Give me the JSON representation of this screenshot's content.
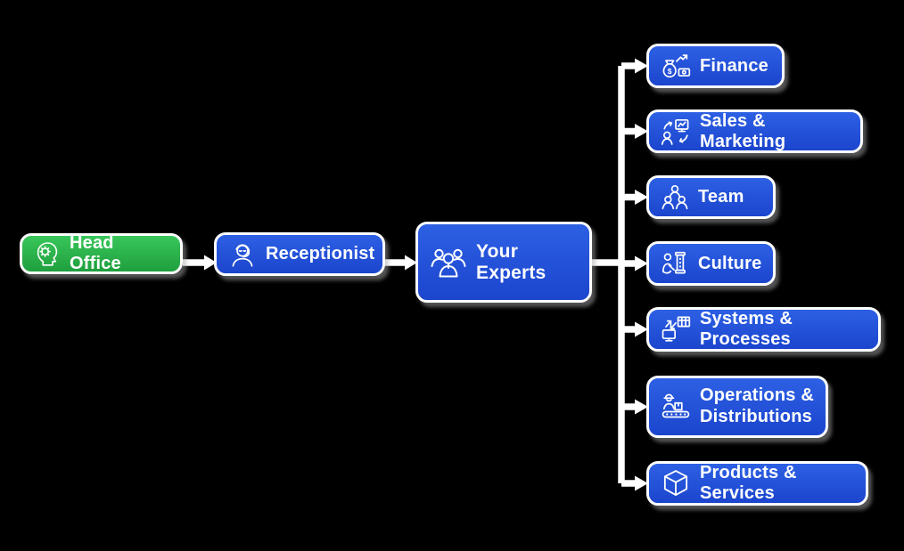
{
  "colors": {
    "background": "#000000",
    "node_blue_top": "#2D60E4",
    "node_blue_bottom": "#1B45CD",
    "node_green_top": "#39C75A",
    "node_green_bottom": "#1F9F3E",
    "node_border": "#FFFFFF",
    "connector": "#FFFFFF",
    "text": "#FFFFFF"
  },
  "diagram": {
    "nodes": {
      "head_office": {
        "label": "Head Office",
        "icon": "head-gear-icon",
        "color": "green"
      },
      "receptionist": {
        "label": "Receptionist",
        "icon": "receptionist-icon",
        "color": "blue"
      },
      "your_experts": {
        "label": "Your Experts",
        "icon": "experts-group-icon",
        "color": "blue"
      },
      "finance": {
        "label": "Finance",
        "icon": "money-bag-chart-icon",
        "color": "blue"
      },
      "sales_marketing": {
        "label": "Sales & Marketing",
        "icon": "person-presentation-icon",
        "color": "blue"
      },
      "team": {
        "label": "Team",
        "icon": "three-people-icon",
        "color": "blue"
      },
      "culture": {
        "label": "Culture",
        "icon": "person-pillar-icon",
        "color": "blue"
      },
      "systems_processes": {
        "label": "Systems & Processes",
        "icon": "monitor-table-icon",
        "color": "blue"
      },
      "operations_distributions": {
        "label": "Operations & Distributions",
        "icon": "worker-conveyor-icon",
        "color": "blue"
      },
      "products_services": {
        "label": "Products & Services",
        "icon": "cube-icon",
        "color": "blue"
      }
    },
    "edges": [
      [
        "head_office",
        "receptionist"
      ],
      [
        "receptionist",
        "your_experts"
      ],
      [
        "your_experts",
        "finance"
      ],
      [
        "your_experts",
        "sales_marketing"
      ],
      [
        "your_experts",
        "team"
      ],
      [
        "your_experts",
        "culture"
      ],
      [
        "your_experts",
        "systems_processes"
      ],
      [
        "your_experts",
        "operations_distributions"
      ],
      [
        "your_experts",
        "products_services"
      ]
    ]
  }
}
